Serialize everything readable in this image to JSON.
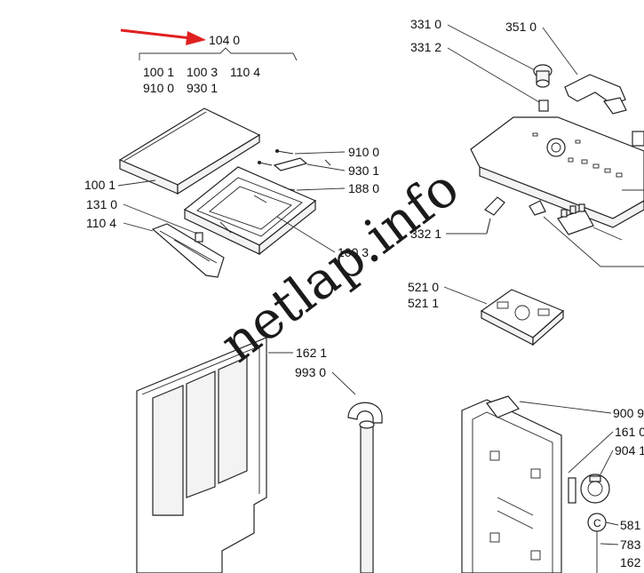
{
  "watermark": "netlap.info",
  "accent_color": "#e02020",
  "arrow": {
    "points_to": "104 0",
    "color": "#e02020"
  },
  "labels": {
    "top_group": "104 0",
    "top_row1_a": "100 1",
    "top_row1_b": "100 3",
    "top_row1_c": "110 4",
    "top_row2_a": "910 0",
    "top_row2_b": "930 1",
    "lid_1001": "100 1",
    "deflector_1310": "131 0",
    "handle_1104": "110 4",
    "screw_9100": "910 0",
    "plate_9301": "930 1",
    "screw_1880": "188 0",
    "frame_1003": "100 3",
    "knob_3310": "331 0",
    "knob_3312": "331 2",
    "bracket_3510": "351 0",
    "clip_3321": "332 1",
    "board_5210": "521 0",
    "board_5211": "521 1",
    "panel_1621": "162 1",
    "hose_9930": "993 0",
    "label_9009": "900 9",
    "label_1610": "161 0",
    "label_9041": "904 1",
    "label_5810": "581",
    "label_7830": "783",
    "label_1620": "162"
  }
}
